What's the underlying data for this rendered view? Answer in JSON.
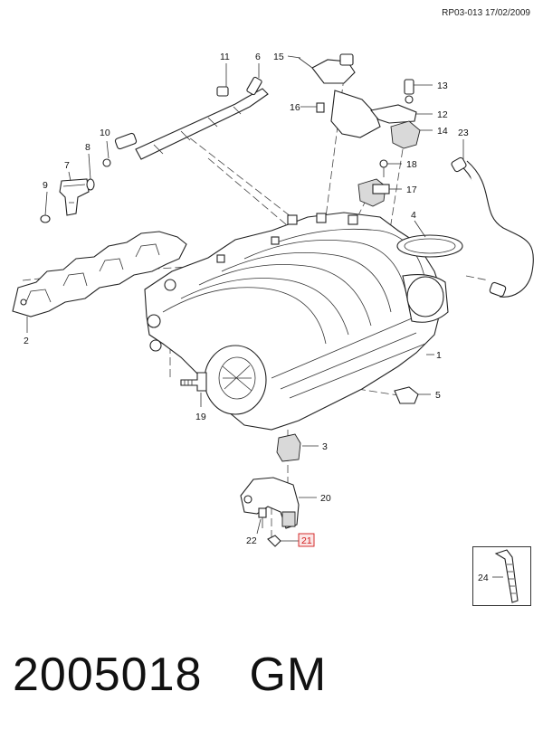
{
  "header": {
    "reference": "RP03-013 17/02/2009"
  },
  "callouts": [
    {
      "id": "c1",
      "label": "1"
    },
    {
      "id": "c2",
      "label": "2"
    },
    {
      "id": "c3",
      "label": "3"
    },
    {
      "id": "c4",
      "label": "4"
    },
    {
      "id": "c5",
      "label": "5"
    },
    {
      "id": "c6",
      "label": "6"
    },
    {
      "id": "c7",
      "label": "7"
    },
    {
      "id": "c8",
      "label": "8"
    },
    {
      "id": "c9",
      "label": "9"
    },
    {
      "id": "c10",
      "label": "10"
    },
    {
      "id": "c11",
      "label": "11"
    },
    {
      "id": "c12",
      "label": "12"
    },
    {
      "id": "c13",
      "label": "13"
    },
    {
      "id": "c14",
      "label": "14"
    },
    {
      "id": "c15",
      "label": "15"
    },
    {
      "id": "c16",
      "label": "16"
    },
    {
      "id": "c17",
      "label": "17"
    },
    {
      "id": "c18",
      "label": "18"
    },
    {
      "id": "c19",
      "label": "19"
    },
    {
      "id": "c20",
      "label": "20"
    },
    {
      "id": "c21",
      "label": "21",
      "highlight": "#d11a1a"
    },
    {
      "id": "c22",
      "label": "22"
    },
    {
      "id": "c23",
      "label": "23"
    },
    {
      "id": "c24",
      "label": "24"
    }
  ],
  "footer": {
    "part_number": "2005018",
    "brand": "GM"
  }
}
